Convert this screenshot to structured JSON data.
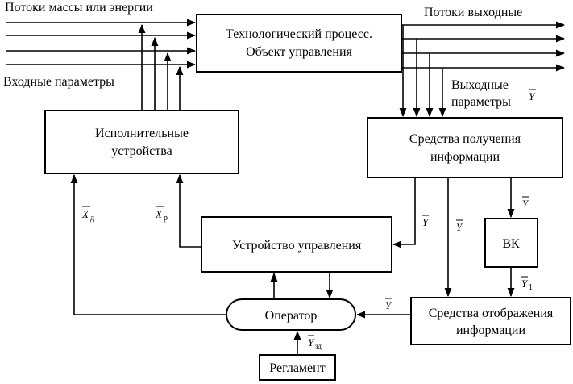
{
  "labels": {
    "flows_in": "Потоки массы или энергии",
    "flows_out": "Потоки выходные",
    "input_params": "Входные параметры",
    "output_params_1": "Выходные",
    "output_params_2": "параметры",
    "output_params_sym": "Y",
    "process_1": "Технологический процесс.",
    "process_2": "Объект управления",
    "actuators_1": "Исполнительные",
    "actuators_2": "устройства",
    "info_acq_1": "Средства получения",
    "info_acq_2": "информации",
    "control_unit": "Устройство управления",
    "vk": "ВК",
    "operator": "Оператор",
    "display_1": "Средства отображения",
    "display_2": "информации",
    "reglament": "Регламент",
    "sig_xd": "X",
    "sig_xd_sub": "д",
    "sig_xr": "X",
    "sig_xr_sub": "р",
    "sig_y_cu": "Y",
    "sig_y_mid": "Y",
    "sig_y_vk": "Y",
    "sig_y1": "Y",
    "sig_y1_sub": "1",
    "sig_y_op": "Y",
    "sig_yzd": "Y",
    "sig_yzd_sub": "зд"
  }
}
